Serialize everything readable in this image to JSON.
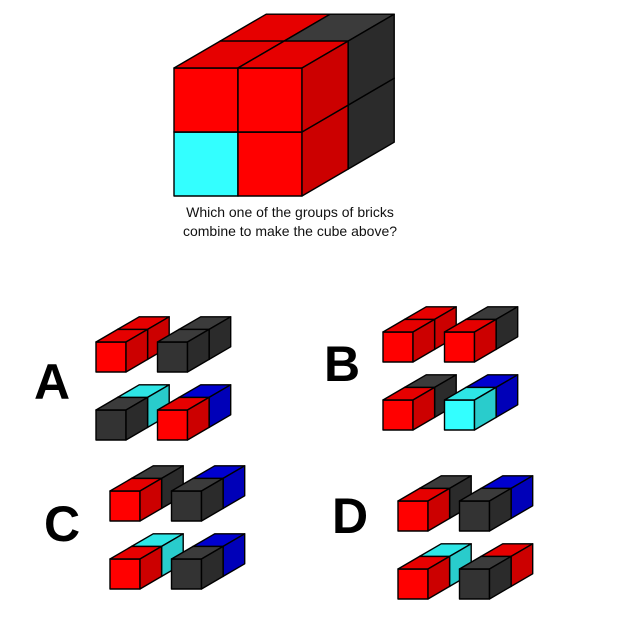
{
  "question": {
    "line1": "Which one of the groups of bricks",
    "line2": "combine to make the cube above?"
  },
  "options": [
    {
      "letter": "A"
    },
    {
      "letter": "B"
    },
    {
      "letter": "C"
    },
    {
      "letter": "D"
    }
  ],
  "colors": {
    "red": "#ff0000",
    "black": "#333333",
    "cyan": "#33ffff",
    "blue": "#0000e6",
    "outline": "#000000"
  }
}
